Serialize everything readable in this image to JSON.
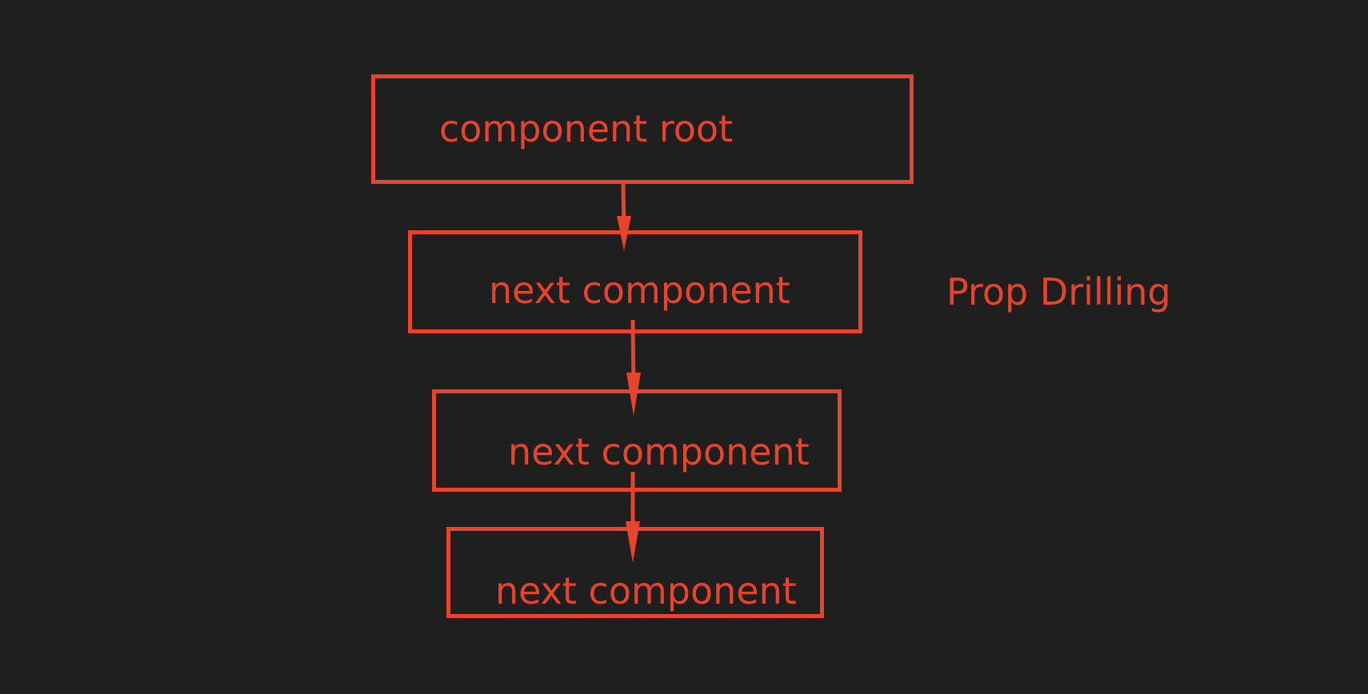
{
  "diagram": {
    "accent_color": "#e8442b",
    "background_color": "#1f1f1f",
    "side_title": "Prop Drilling",
    "nodes": [
      {
        "label": "component root"
      },
      {
        "label": "next component"
      },
      {
        "label": "next component"
      },
      {
        "label": "next component"
      }
    ],
    "edges": [
      {
        "from": "component root",
        "to": "next component"
      },
      {
        "from": "next component",
        "to": "next component"
      },
      {
        "from": "next component",
        "to": "next component"
      }
    ]
  }
}
